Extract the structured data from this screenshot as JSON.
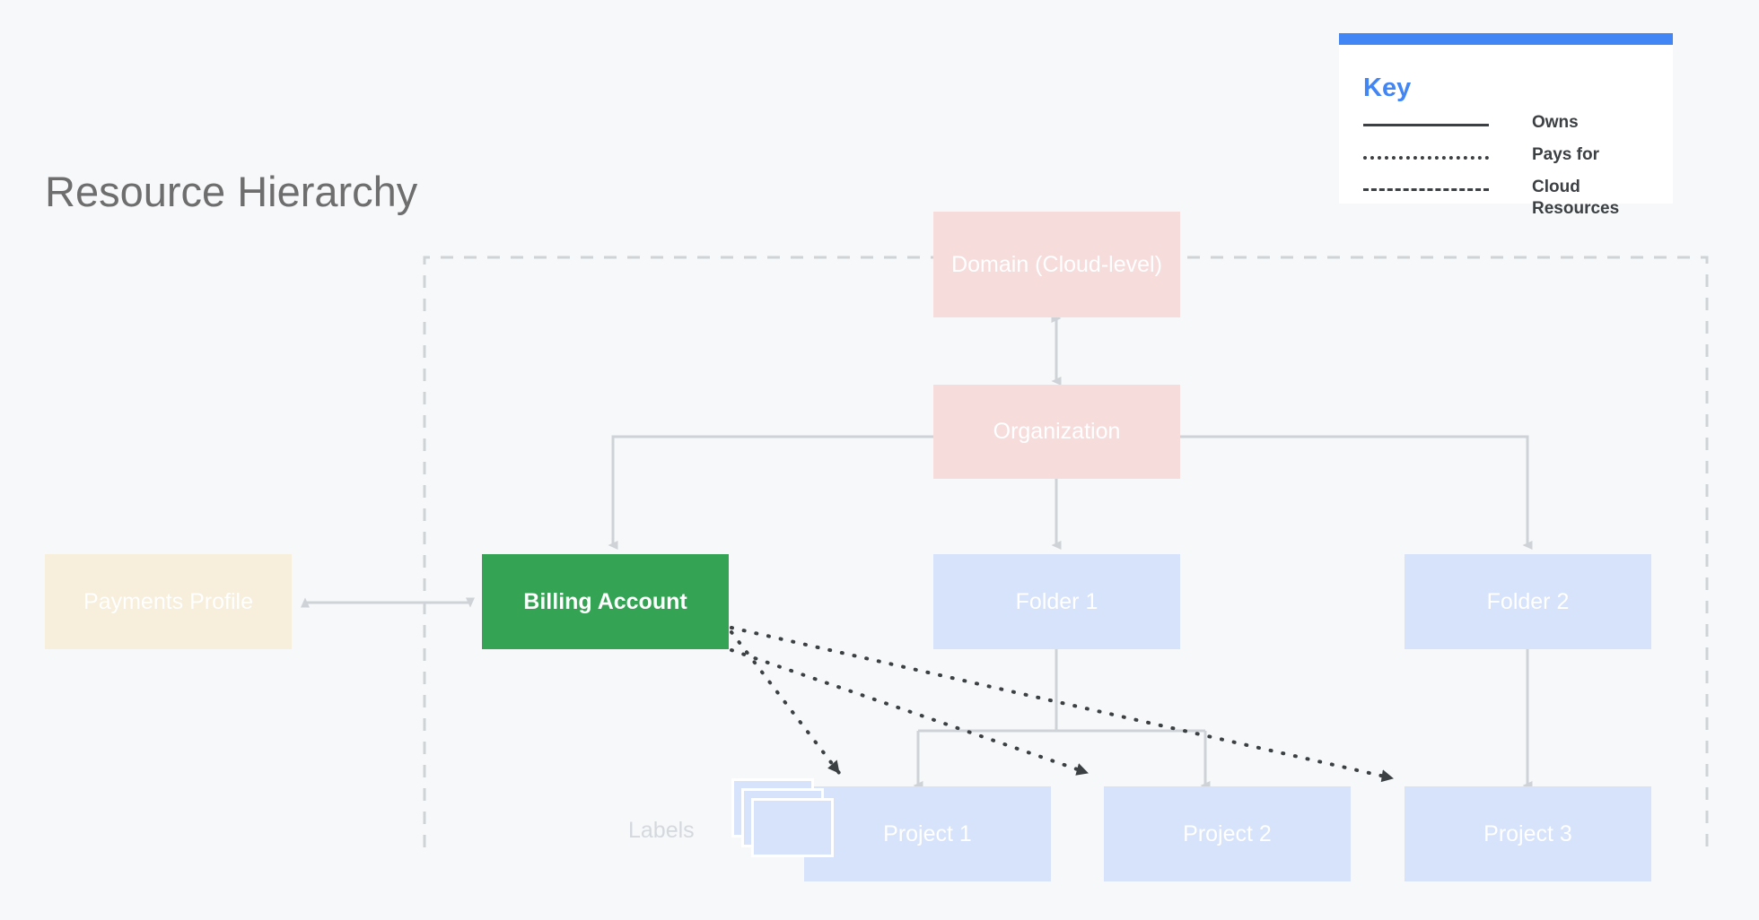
{
  "page": {
    "title": "Resource Hierarchy",
    "background_color": "#f6f8fa"
  },
  "key": {
    "title": "Key",
    "accent_color": "#4285f4",
    "entries": [
      {
        "style": "solid",
        "label": "Owns"
      },
      {
        "style": "dotted",
        "label": "Pays for"
      },
      {
        "style": "dashed",
        "label": "Cloud\nResources"
      }
    ]
  },
  "nodes": {
    "domain": {
      "label": "Domain (Cloud-level)",
      "color": "#f7dcdc"
    },
    "organization": {
      "label": "Organization",
      "color": "#f7dcdc"
    },
    "payments_profile": {
      "label": "Payments Profile",
      "color": "#f7eedb"
    },
    "billing_account": {
      "label": "Billing Account",
      "color": "#34a353"
    },
    "folder_1": {
      "label": "Folder 1",
      "color": "#d7e3fa"
    },
    "folder_2": {
      "label": "Folder 2",
      "color": "#d7e3fa"
    },
    "project_1": {
      "label": "Project 1",
      "color": "#d7e3fa"
    },
    "project_2": {
      "label": "Project 2",
      "color": "#d7e3fa"
    },
    "project_3": {
      "label": "Project 3",
      "color": "#d7e3fa"
    },
    "labels": {
      "label": "Labels",
      "color": "#d7e3fa"
    }
  },
  "edges": {
    "owns_color": "#d0d3d6",
    "pays_for_color": "#3c4043",
    "boundary_color": "#d0d3d6",
    "relations": [
      {
        "from": "domain",
        "to": "organization",
        "type": "owns-bidirectional"
      },
      {
        "from": "organization",
        "to": "billing_account",
        "type": "owns"
      },
      {
        "from": "organization",
        "to": "folder_1",
        "type": "owns"
      },
      {
        "from": "organization",
        "to": "folder_2",
        "type": "owns"
      },
      {
        "from": "payments_profile",
        "to": "billing_account",
        "type": "owns-bidirectional"
      },
      {
        "from": "folder_1",
        "to": "project_1",
        "type": "owns"
      },
      {
        "from": "folder_1",
        "to": "project_2",
        "type": "owns"
      },
      {
        "from": "folder_2",
        "to": "project_3",
        "type": "owns"
      },
      {
        "from": "billing_account",
        "to": "project_1",
        "type": "pays-for"
      },
      {
        "from": "billing_account",
        "to": "project_2",
        "type": "pays-for"
      },
      {
        "from": "billing_account",
        "to": "project_3",
        "type": "pays-for"
      }
    ]
  }
}
